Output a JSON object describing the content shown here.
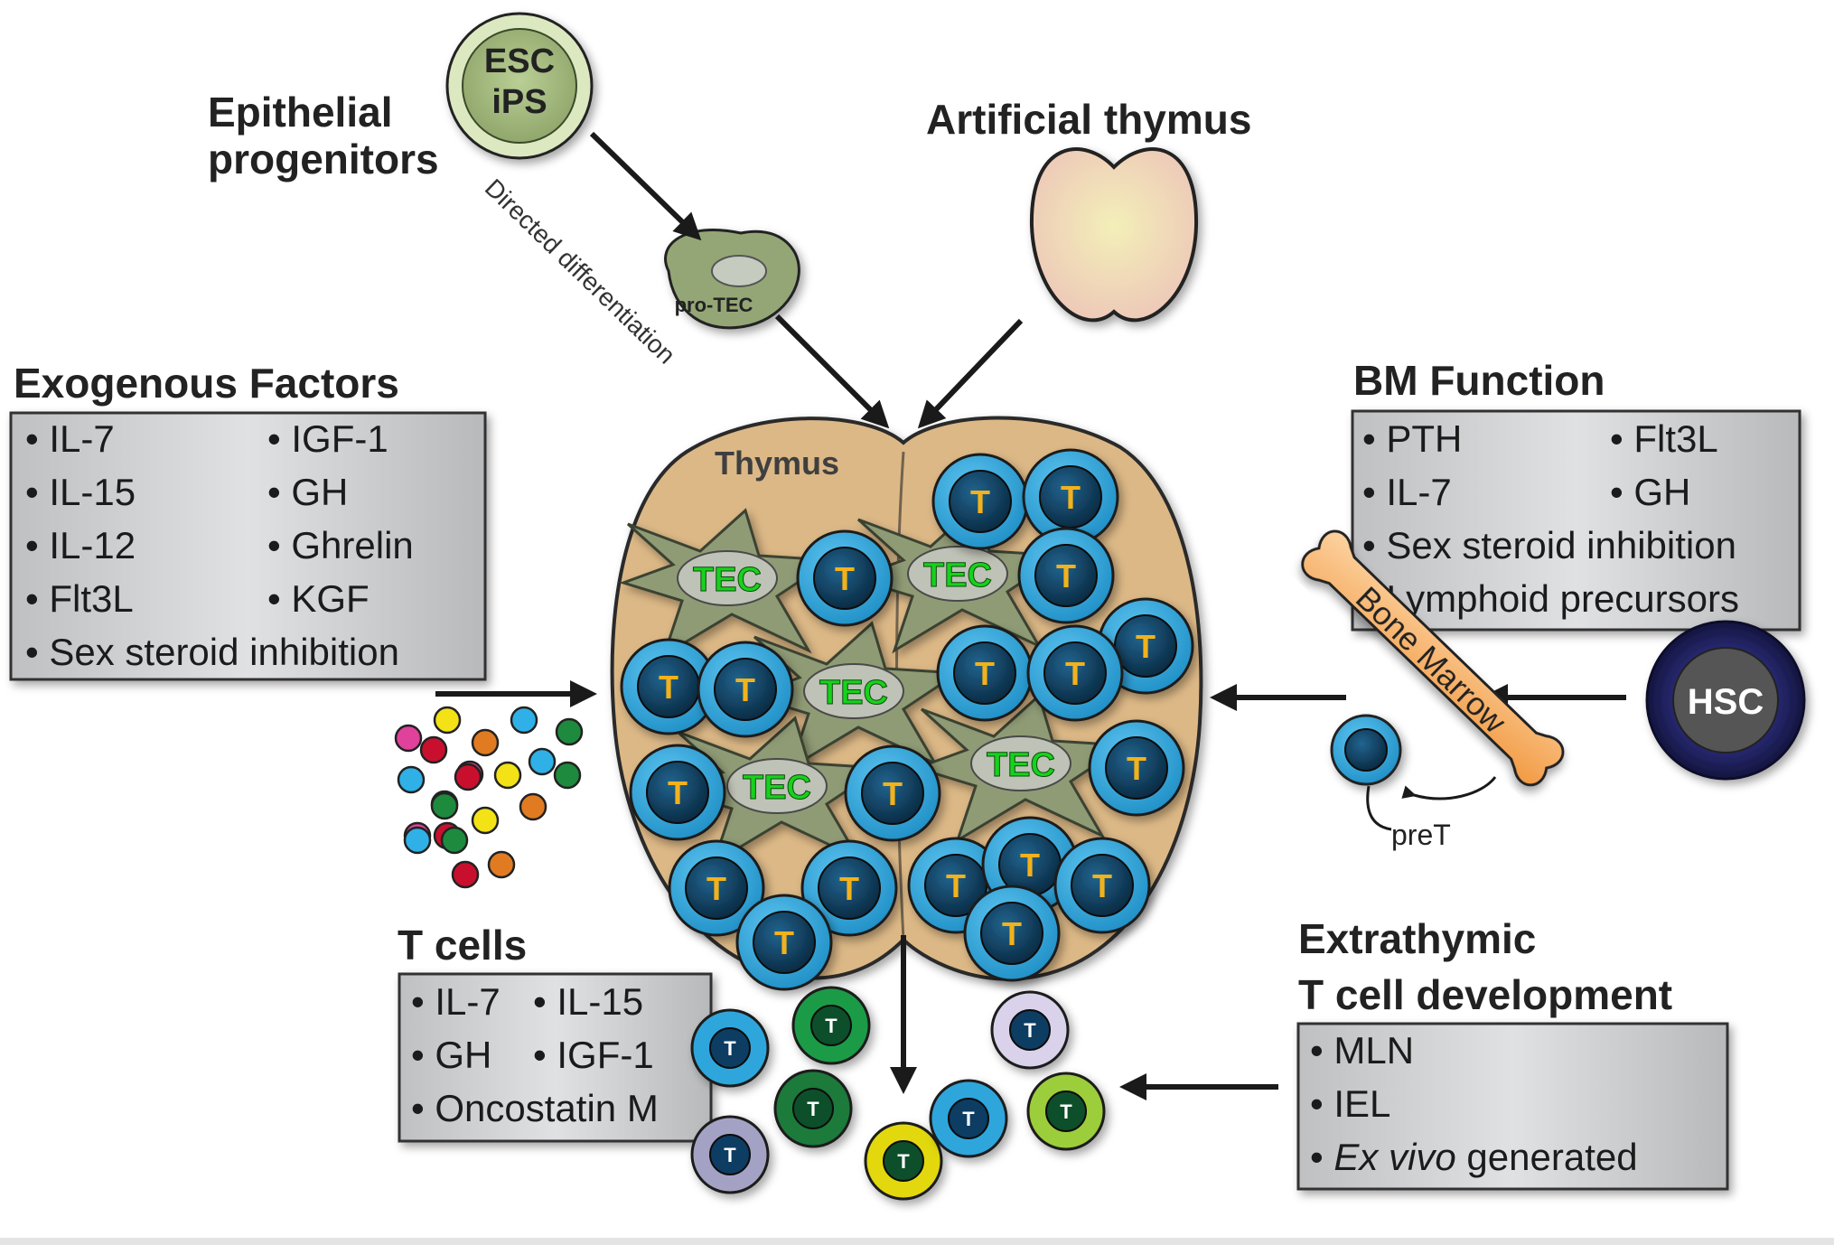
{
  "labels": {
    "epithelial_line1": "Epithelial",
    "epithelial_line2": "progenitors",
    "esc": "ESC",
    "ips": "iPS",
    "directed": "Directed differentiation",
    "protec": "pro-TEC",
    "artificial": "Artificial thymus",
    "thymus": "Thymus",
    "tec": "TEC",
    "t": "T",
    "hsc": "HSC",
    "bone_marrow": "Bone Marrow",
    "pret": "preT"
  },
  "exogenous": {
    "title": "Exogenous Factors",
    "col1": [
      "IL-7",
      "IL-15",
      "IL-12",
      "Flt3L"
    ],
    "col2": [
      "IGF-1",
      "GH",
      "Ghrelin",
      "KGF"
    ],
    "wide": "Sex steroid inhibition"
  },
  "bm": {
    "title": "BM Function",
    "col1": [
      "PTH",
      "IL-7"
    ],
    "col2": [
      "Flt3L",
      "GH"
    ],
    "wide": [
      "Sex steroid inhibition",
      "Lymphoid precursors"
    ]
  },
  "tcells": {
    "title": "T cells",
    "rows": [
      [
        "IL-7",
        "IL-15"
      ],
      [
        "GH",
        "IGF-1"
      ]
    ],
    "wide": "Oncostatin M"
  },
  "extrathymic": {
    "title_line1": "Extrathymic",
    "title_line2": "T cell development",
    "items": [
      "MLN",
      "IEL"
    ],
    "last_italic": "Ex vivo",
    "last_rest": " generated"
  },
  "colors": {
    "thymus_fill": "#dcb886",
    "tec_fill": "#8f9b74",
    "t_cell_outer": "#2ea6dc",
    "t_cell_inner": "#0e3d62",
    "t_label": "#f2b21b",
    "tec_label": "#17d21b",
    "box_fill": "#c6c7c9",
    "hsc_outer": "#1b1d5e",
    "bone": "#f9b571"
  },
  "factor_dot_colors": [
    "#e0419a",
    "#f2e216",
    "#2fb0e6",
    "#1d8a3e",
    "#e07b22",
    "#c8102e",
    "#2fb0e6",
    "#e0419a",
    "#f2e216",
    "#2fb0e6",
    "#1d8a3e",
    "#e07b22",
    "#c8102e",
    "#c8102e",
    "#1d8a3e",
    "#e0419a",
    "#f2e216",
    "#e07b22",
    "#2fb0e6",
    "#1d8a3e",
    "#c8102e",
    "#e07b22"
  ],
  "output_cell_colors": [
    {
      "outer": "#2ea6dc",
      "inner": "#0e3d62"
    },
    {
      "outer": "#1d9b47",
      "inner": "#0b4f2a"
    },
    {
      "outer": "#1d7a3a",
      "inner": "#0b4f2a"
    },
    {
      "outer": "#a4a2c4",
      "inner": "#0e3d62"
    },
    {
      "outer": "#e2d810",
      "inner": "#0b4f2a"
    },
    {
      "outer": "#2ea6dc",
      "inner": "#0e3d62"
    },
    {
      "outer": "#d9d2ea",
      "inner": "#0e3d62"
    },
    {
      "outer": "#9ccd3a",
      "inner": "#0b4f2a"
    }
  ]
}
